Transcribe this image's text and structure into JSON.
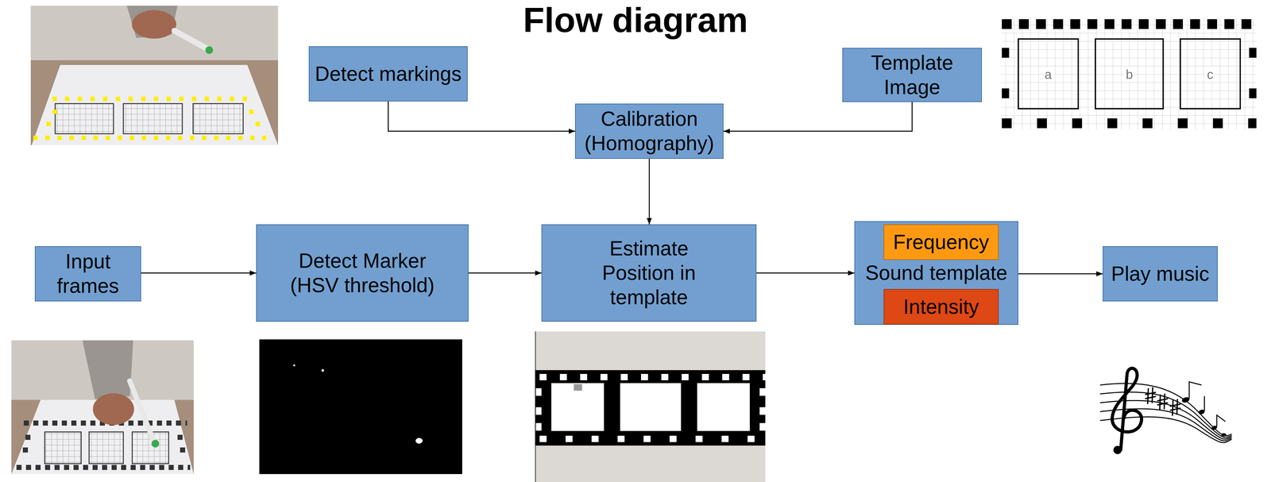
{
  "diagram": {
    "title": "Flow diagram",
    "nodes": [
      {
        "text": [
          "Detect markings"
        ]
      },
      {
        "text": [
          "Calibration (Homography)"
        ]
      },
      {
        "text": [
          "Template Image"
        ]
      },
      {
        "text": [
          "Input frames"
        ]
      },
      {
        "text": [
          "Detect Marker (HSV threshold)"
        ]
      },
      {
        "text": [
          "Estimate Position in template"
        ]
      },
      {
        "text": [
          "Sound template"
        ]
      },
      {
        "text": [
          "Frequency"
        ],
        "in": 6
      },
      {
        "text": [
          "Intensity"
        ],
        "in": 6
      },
      {
        "text": [
          "Play music"
        ]
      }
    ],
    "edges": [
      {
        "from": 0,
        "to": 1,
        "arrow": "to"
      },
      {
        "from": 2,
        "to": 1,
        "arrow": "to"
      },
      {
        "from": 1,
        "to": 5,
        "arrow": "to"
      },
      {
        "from": 3,
        "to": 4,
        "arrow": "to"
      },
      {
        "from": 4,
        "to": 5,
        "arrow": "to"
      },
      {
        "from": 5,
        "to": 6,
        "arrow": "to"
      },
      {
        "from": 6,
        "to": 9,
        "arrow": "to"
      }
    ],
    "labels": [
      "a",
      "b",
      "c"
    ]
  }
}
